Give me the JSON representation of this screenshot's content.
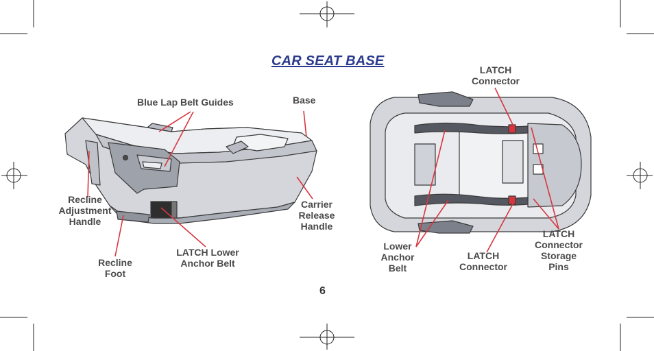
{
  "page": {
    "title": "CAR SEAT BASE",
    "page_number": "6"
  },
  "labels": {
    "blue_lap_belt_guides": "Blue Lap Belt Guides",
    "base": "Base",
    "recline_adjustment_handle": [
      "Recline",
      "Adjustment",
      "Handle"
    ],
    "carrier_release_handle": [
      "Carrier",
      "Release",
      "Handle"
    ],
    "recline_foot": [
      "Recline",
      "Foot"
    ],
    "latch_lower_anchor_belt": [
      "LATCH Lower",
      "Anchor Belt"
    ],
    "latch_connector_top": [
      "LATCH",
      "Connector"
    ],
    "latch_connector_bottom": [
      "LATCH",
      "Connector"
    ],
    "lower_anchor_belt": [
      "Lower",
      "Anchor",
      "Belt"
    ],
    "latch_connector_storage_pins": [
      "LATCH",
      "Connector",
      "Storage",
      "Pins"
    ]
  },
  "colors": {
    "title": "#2a3a8c",
    "callout_line": "#d8363f",
    "label_text": "#4a4a4a",
    "base_fill": "#d4d6dc",
    "base_dark": "#a9adb6",
    "outline": "#3a3a3a"
  }
}
